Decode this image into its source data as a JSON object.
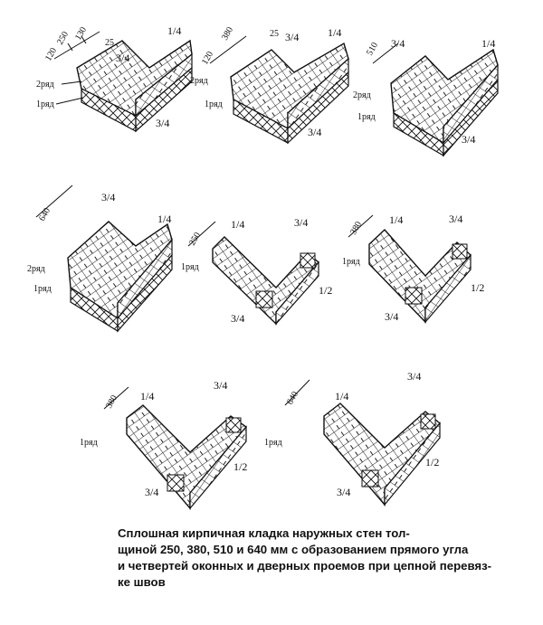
{
  "caption": [
    "Сплошная кирпичная кладка наружных стен тол-",
    "щиной 250, 380, 510 и 640 мм с образованием прямого угла",
    "и четвертей оконных и дверных проемов при цепной перевяз-",
    "ке швов"
  ],
  "labels": {
    "row1": "1ряд",
    "row2": "2ряд",
    "quarter": "1/4",
    "three_quarter": "3/4",
    "half": "1/2",
    "d250": "250",
    "d380": "380",
    "d510": "510",
    "d640": "640",
    "d120": "120",
    "d130": "130",
    "d25": "25"
  },
  "figures": [
    {
      "name": "fig-250-corner",
      "thickness": "250"
    },
    {
      "name": "fig-380-corner",
      "thickness": "380"
    },
    {
      "name": "fig-510-corner",
      "thickness": "510"
    },
    {
      "name": "fig-640-corner",
      "thickness": "640"
    },
    {
      "name": "fig-250-opening",
      "thickness": "250"
    },
    {
      "name": "fig-380-opening",
      "thickness": "380"
    },
    {
      "name": "fig-380-opening-quarter",
      "thickness": "380"
    },
    {
      "name": "fig-640-opening-quarter",
      "thickness": "640"
    }
  ]
}
